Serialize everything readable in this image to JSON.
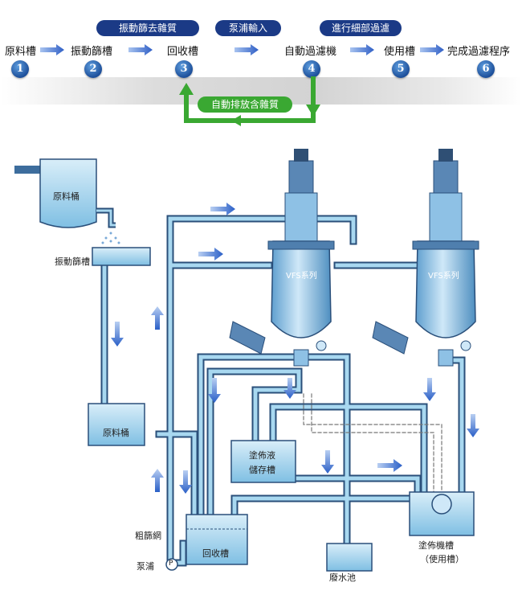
{
  "process": {
    "steps": [
      {
        "num": "1",
        "label": "原料槽"
      },
      {
        "num": "2",
        "label": "振動篩槽"
      },
      {
        "num": "3",
        "label": "回收槽"
      },
      {
        "num": "4",
        "label": "自動過濾機"
      },
      {
        "num": "5",
        "label": "使用槽"
      },
      {
        "num": "6",
        "label": "完成過濾程序"
      }
    ],
    "stage_labels": [
      "振動篩去雜質",
      "泵浦輸入",
      "進行細部過濾"
    ],
    "return_label": "自動排放含雜質"
  },
  "diagram": {
    "tanks": {
      "raw_top": "原料桶",
      "sieve": "振動篩槽",
      "raw_bottom": "原料桶",
      "coating_storage_1": "塗佈液",
      "coating_storage_2": "儲存槽",
      "recovery": "回收槽",
      "waste": "廢水池",
      "coating_machine": "塗佈機槽",
      "coating_machine_sub": "（使用槽）"
    },
    "filters": [
      "VFS系列",
      "VFS系列"
    ],
    "callouts": {
      "coarse_mesh": "粗篩網",
      "pump": "泵浦",
      "pump_symbol": "P"
    }
  },
  "colors": {
    "pipe": "#9fd2ec",
    "pipe_edge": "#2a4f7a",
    "arrow": "#3a6ed1",
    "badge": "#1d4f9a",
    "pill": "#1b3a86",
    "green": "#3aa832"
  }
}
